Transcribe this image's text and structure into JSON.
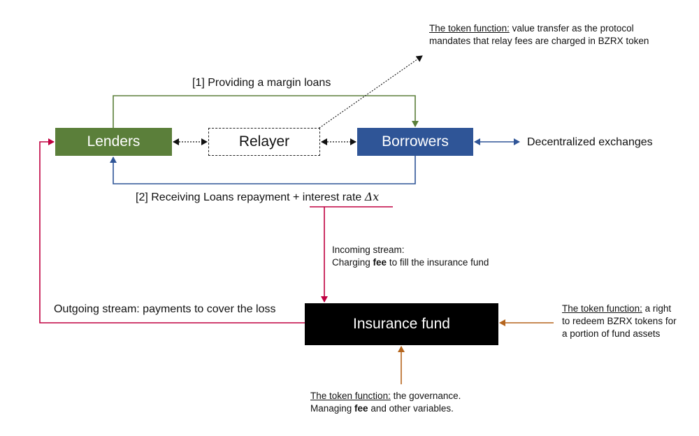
{
  "nodes": {
    "lenders": "Lenders",
    "relayer": "Relayer",
    "borrowers": "Borrowers",
    "insurance_fund": "Insurance fund",
    "dex": "Decentralized exchanges"
  },
  "flows": {
    "loans": "[1] Providing a margin loans",
    "repayment_text": "[2] Receiving Loans repayment + interest rate ",
    "repayment_delta": "Δx",
    "incoming_title": "Incoming stream:",
    "incoming_pre": "Charging ",
    "incoming_bold": "fee",
    "incoming_post": " to fill the insurance fund",
    "outgoing": "Outgoing stream: payments to cover the loss"
  },
  "token_notes": {
    "top": {
      "label": "The token function:",
      "line1_rest": " value transfer as the protocol",
      "line2": "mandates that relay fees are charged in BZRX token"
    },
    "right": {
      "label": "The token function:",
      "line1_rest": " a right",
      "line2": "to redeem BZRX tokens for",
      "line3": "a portion of fund assets"
    },
    "bottom": {
      "label": "The token function:",
      "line1_rest": " the governance.",
      "line2_pre": "Managing ",
      "line2_bold": "fee",
      "line2_post": " and other variables."
    }
  },
  "colors": {
    "green": "#5b7f3a",
    "blue": "#2f5597",
    "crimson": "#c00040",
    "orange": "#b5651d",
    "black": "#000000"
  }
}
